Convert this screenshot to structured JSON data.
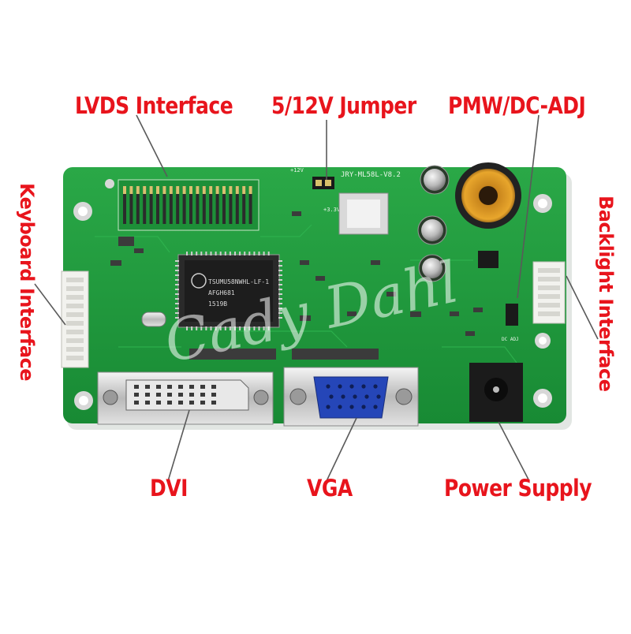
{
  "labels": {
    "lvds": "LVDS Interface",
    "jumper": "5/12V Jumper",
    "pmw": "PMW/DC-ADJ",
    "keyboard": "Keyboard Interface",
    "backlight": "Backlight Interface",
    "dvi": "DVI",
    "vga": "VGA",
    "power": "Power Supply"
  },
  "board": {
    "silkscreen_model": "JRY-ML58L-V8.2",
    "chip_line1": "TSUMU58NWHL-LF-1",
    "chip_line2": "AFGH681",
    "chip_line3": "1519B",
    "v12": "+12V",
    "v33": "+3.3V",
    "dc_adj": "DC ADJ"
  },
  "watermark": "Cady Dahl",
  "colors": {
    "label_red": "#e8141c",
    "pcb_green": "#1f9a3c",
    "vga_blue": "#2546b8"
  }
}
